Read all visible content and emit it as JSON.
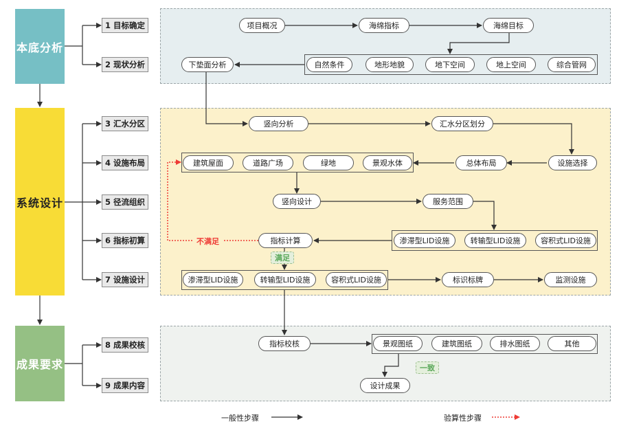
{
  "colors": {
    "cat_base": "#76bfc5",
    "cat_design": "#f8dc36",
    "cat_result": "#95c084",
    "region_base_bg": "#e6eef0",
    "region_design_bg": "#fcf1cb",
    "region_result_bg": "#eff2ef",
    "arrow": "#333333",
    "check_arrow": "#ee3b35",
    "satisfied": "#5aa85a",
    "unsatisfied": "#ee3b35"
  },
  "categories": {
    "base": "本底分析",
    "design": "系统设计",
    "result": "成果要求"
  },
  "steps": [
    "1 目标确定",
    "2 现状分析",
    "3 汇水分区",
    "4 设施布局",
    "5 径流组织",
    "6 指标初算",
    "7 设施设计",
    "8 成果校核",
    "9 成果内容"
  ],
  "nodes": {
    "project_overview": "项目概况",
    "sponge_index": "海绵指标",
    "sponge_goal": "海绵目标",
    "natural_conditions": "自然条件",
    "topography": "地形地貌",
    "underground_space": "地下空间",
    "aboveground_space": "地上空间",
    "utility_tunnel": "综合管网",
    "underlying_surface": "下垫面分析",
    "vertical_analysis": "竖向分析",
    "catchment_division": "汇水分区划分",
    "building_roof": "建筑屋面",
    "road_square": "道路广场",
    "green_space": "绿地",
    "landscape_water": "景观水体",
    "overall_layout": "总体布局",
    "facility_selection": "设施选择",
    "vertical_design": "竖向设计",
    "service_scope": "服务范围",
    "infiltration_lid_top": "渗滞型LID设施",
    "transfer_lid_top": "转输型LID设施",
    "storage_lid_top": "容积式LID设施",
    "index_calc": "指标计算",
    "infiltration_lid": "渗滞型LID设施",
    "transfer_lid": "转输型LID设施",
    "storage_lid": "容积式LID设施",
    "signage": "标识标牌",
    "monitoring": "监测设施",
    "index_check": "指标校核",
    "landscape_drawing": "景观图纸",
    "architecture_drawing": "建筑图纸",
    "drainage_drawing": "排水图纸",
    "others": "其他",
    "design_result": "设计成果"
  },
  "conditions": {
    "unsatisfied": "不满足",
    "satisfied": "满足",
    "consistent": "一致"
  },
  "legend": {
    "general": "一般性步骤",
    "check": "验算性步骤"
  }
}
